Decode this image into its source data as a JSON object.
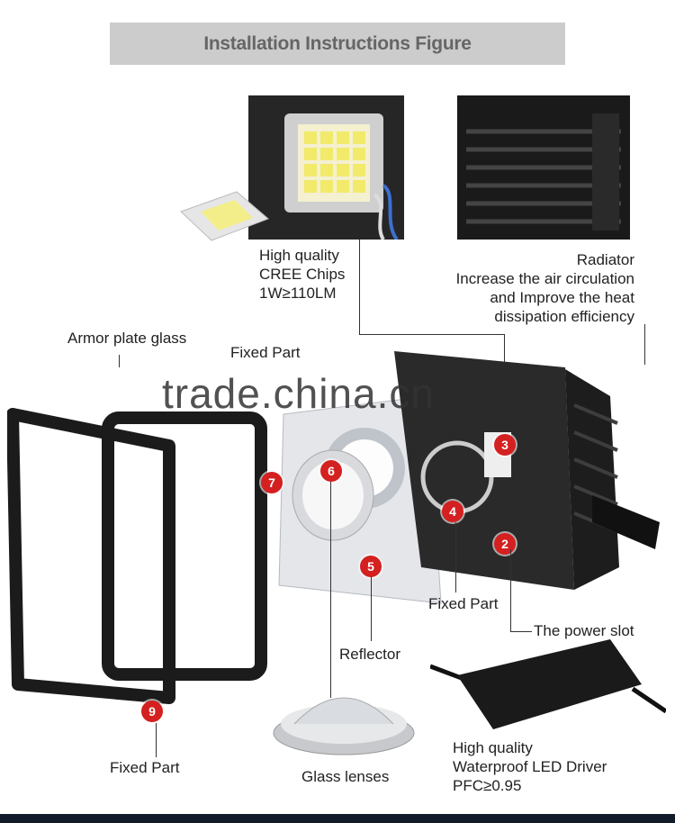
{
  "title": "Installation Instructions Figure",
  "labels": {
    "chips": [
      "High quality",
      "CREE Chips",
      "1W≥110LM"
    ],
    "radiator": [
      "Radiator",
      "Increase the air circulation",
      "and Improve the heat",
      "dissipation efficiency"
    ],
    "armor": "Armor plate glass",
    "fixed_top": "Fixed Part",
    "fixed_mid": "Fixed Part",
    "fixed_bottom": "Fixed Part",
    "power_slot": "The power slot",
    "reflector": "Reflector",
    "glass_lenses": "Glass lenses",
    "driver": [
      "High quality",
      "Waterproof LED Driver",
      "PFC≥0.95"
    ]
  },
  "badges": [
    "2",
    "3",
    "4",
    "5",
    "6",
    "7",
    "9"
  ],
  "watermark": "trade.china.cn",
  "colors": {
    "badge": "#d42020",
    "title_bg": "#cccccc",
    "title_text": "#666666"
  }
}
